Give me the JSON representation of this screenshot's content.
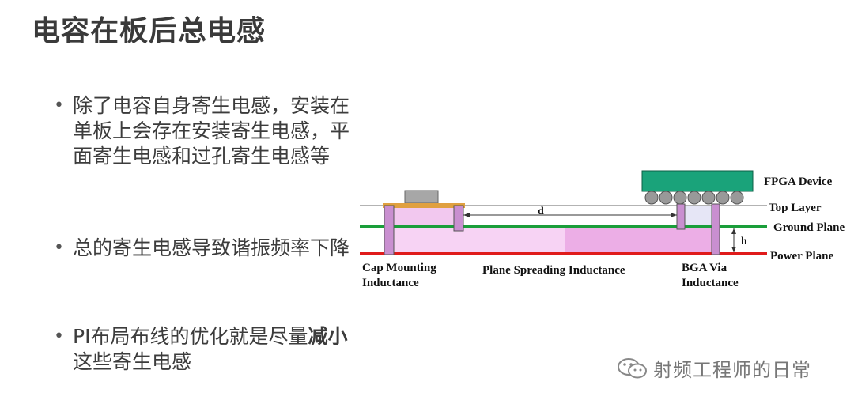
{
  "slide": {
    "title": "电容在板后总电感"
  },
  "bullets": [
    {
      "text": "除了电容自身寄生电感，安装在单板上会存在安装寄生电感，平面寄生电感和过孔寄生电感等"
    },
    {
      "text": "总的寄生电感导致谐振频率下降"
    },
    {
      "text_normal_1": "PI布局布线的优化就是尽量",
      "text_bold": "减小",
      "text_normal_2": "这些寄生电感"
    }
  ],
  "diagram": {
    "labels": {
      "fpga_device": "FPGA Device",
      "top_layer": "Top Layer",
      "ground_plane": "Ground Plane",
      "power_plane": "Power Plane",
      "cap_mounting_1": "Cap Mounting",
      "cap_mounting_2": "Inductance",
      "plane_spreading": "Plane Spreading Inductance",
      "bga_via_1": "BGA Via",
      "bga_via_2": "Inductance",
      "d": "d",
      "h": "h"
    },
    "colors": {
      "fpga": "#1aa37a",
      "ground": "#1a9e3a",
      "power": "#e01b1b",
      "plane_fill": "#f4b8f0"
    }
  },
  "watermark": {
    "icon": "wechat-icon",
    "text": "射频工程师的日常"
  }
}
